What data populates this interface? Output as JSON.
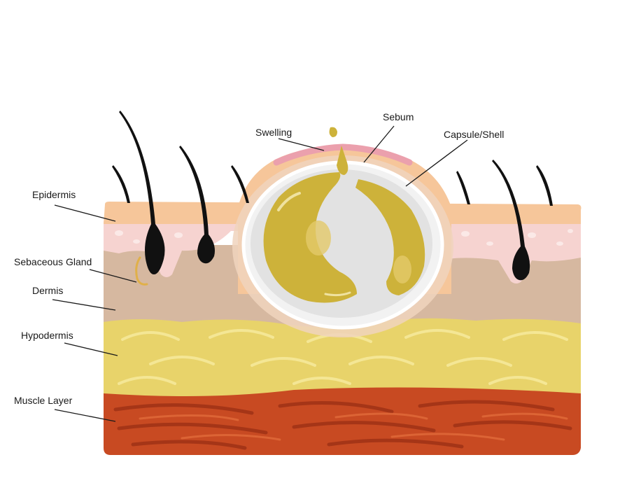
{
  "labels": {
    "epidermis": "Epidermis",
    "sebaceous_gland": "Sebaceous Gland",
    "dermis": "Dermis",
    "hypodermis": "Hypodermis",
    "muscle_layer": "Muscle Layer",
    "swelling": "Swelling",
    "sebum": "Sebum",
    "capsule_shell": "Capsule/Shell"
  },
  "colors": {
    "epidermis_outer": "#f6c69a",
    "epidermis_inner": "#f6d3d0",
    "dermis": "#d6b8a0",
    "hypodermis": "#e8d36a",
    "muscle": "#c84a22",
    "hair": "#111111",
    "sebum": "#cdb23a",
    "capsule": "#f2f2f2",
    "swelling": "#eba0ad"
  }
}
